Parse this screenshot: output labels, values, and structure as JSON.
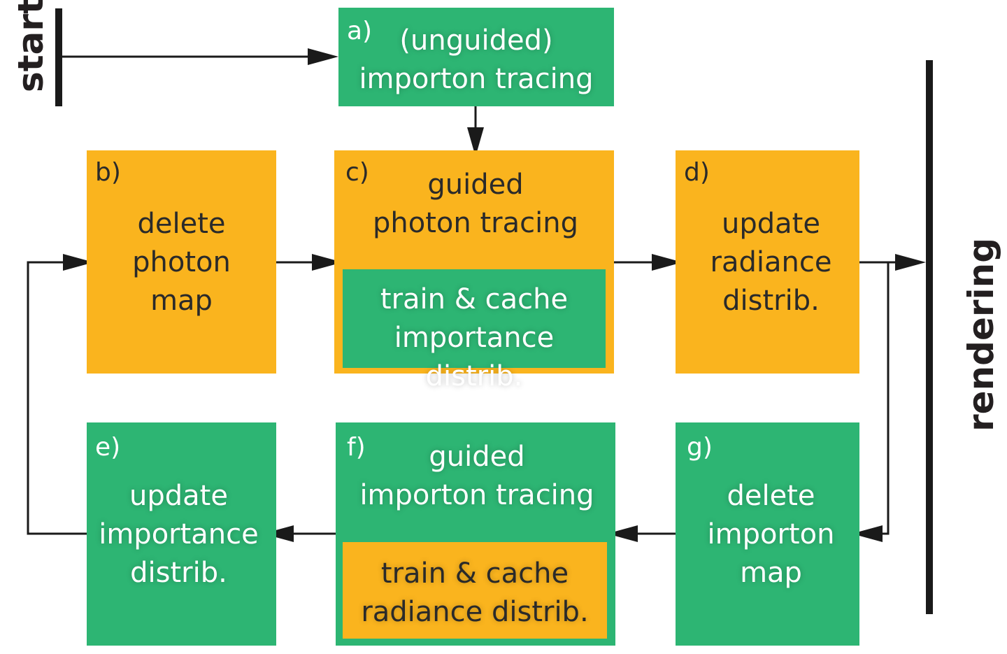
{
  "start_label": "start",
  "rendering_label": "rendering",
  "boxes": {
    "a": {
      "tag": "a)",
      "text": "(unguided)\nimporton tracing",
      "color": "#2db573"
    },
    "b": {
      "tag": "b)",
      "text": "delete\nphoton\nmap",
      "color": "#fab41e"
    },
    "c": {
      "tag": "c)",
      "text": "guided\nphoton tracing",
      "inner_text": "train & cache\nimportance distrib.",
      "color": "#fab41e",
      "inner_color": "#2db573"
    },
    "d": {
      "tag": "d)",
      "text": "update\nradiance\ndistrib.",
      "color": "#fab41e"
    },
    "e": {
      "tag": "e)",
      "text": "update\nimportance\ndistrib.",
      "color": "#2db573"
    },
    "f": {
      "tag": "f)",
      "text": "guided\nimporton tracing",
      "inner_text": "train & cache\nradiance distrib.",
      "color": "#2db573",
      "inner_color": "#fab41e"
    },
    "g": {
      "tag": "g)",
      "text": "delete\nimporton\nmap",
      "color": "#2db573"
    }
  }
}
